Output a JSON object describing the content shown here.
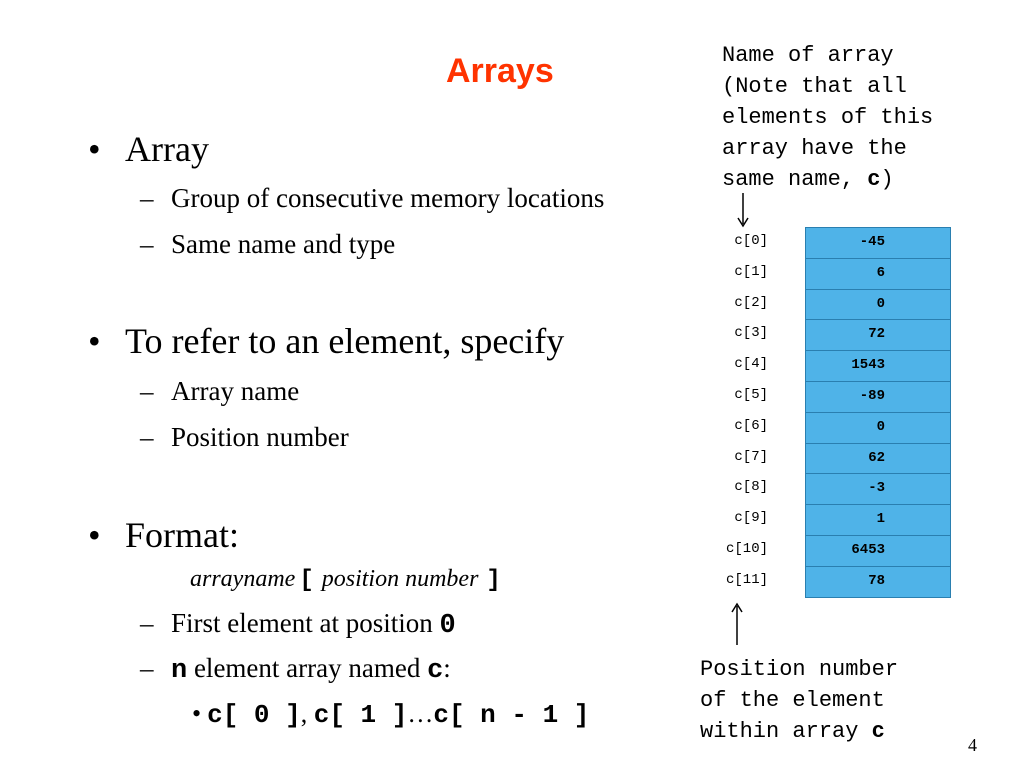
{
  "slide": {
    "title": "Arrays",
    "page_number": "4"
  },
  "bullets": {
    "array": {
      "heading": "Array",
      "items": [
        "Group of consecutive memory locations",
        "Same name and type"
      ]
    },
    "refer": {
      "heading": "To refer to an element, specify",
      "items": [
        "Array name",
        "Position number"
      ]
    },
    "format": {
      "heading": "Format:",
      "syntax": {
        "arrayname": "arrayname",
        "open_bracket": "[",
        "position_number": "position number",
        "close_bracket": "]"
      },
      "first_element": {
        "text": "First element at position ",
        "code": "0"
      },
      "n_element": {
        "code_n": "n",
        "text": " element array named ",
        "code_c": "c",
        "colon": ":"
      },
      "sub": {
        "bullet": "•",
        "first": "c[ 0 ]",
        "comma": ", ",
        "second": "c[ 1 ]",
        "ellipsis": "…",
        "last": "c[ n - 1 ]"
      }
    }
  },
  "annotations": {
    "name_note": {
      "lines": [
        "Name of array",
        "(Note that all",
        "elements of this",
        "array have the"
      ],
      "last_prefix": "same name, ",
      "last_code": "c",
      "last_suffix": ")"
    },
    "position_note": {
      "lines": [
        "Position number",
        "of the element"
      ],
      "last_prefix": "within array ",
      "last_code": "c"
    }
  },
  "array": {
    "cell_color": "#4fb3e8",
    "rows": [
      {
        "label": "c[0]",
        "value": "-45"
      },
      {
        "label": "c[1]",
        "value": "6"
      },
      {
        "label": "c[2]",
        "value": "0"
      },
      {
        "label": "c[3]",
        "value": "72"
      },
      {
        "label": "c[4]",
        "value": "1543"
      },
      {
        "label": "c[5]",
        "value": "-89"
      },
      {
        "label": "c[6]",
        "value": "0"
      },
      {
        "label": "c[7]",
        "value": "62"
      },
      {
        "label": "c[8]",
        "value": "-3"
      },
      {
        "label": "c[9]",
        "value": "1"
      },
      {
        "label": "c[10]",
        "value": "6453"
      },
      {
        "label": "c[11]",
        "value": "78"
      }
    ]
  }
}
